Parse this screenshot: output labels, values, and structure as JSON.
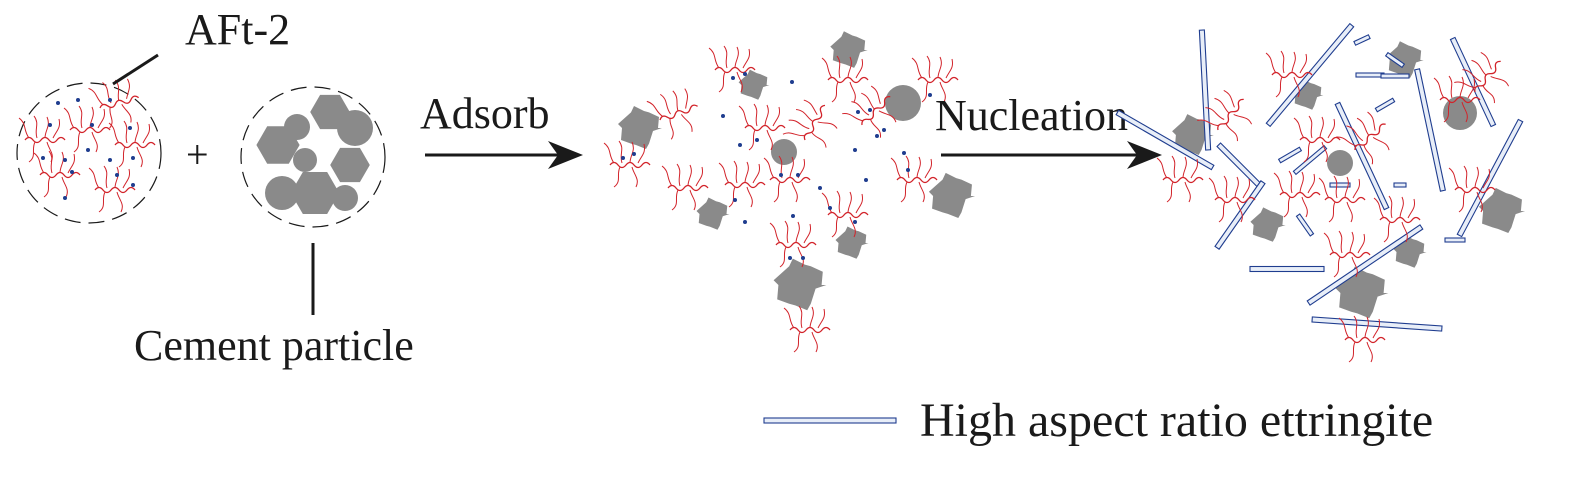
{
  "labels": {
    "additive": "AFt-2",
    "plus": "+",
    "cement": "Cement particle",
    "step1": "Adsorb",
    "step2": "Nucleation",
    "legend": "High aspect ratio ettringite"
  },
  "colors": {
    "particle": "#8a8a8a",
    "polymer": "#d2232a",
    "ion": "#1f3d8f",
    "ettringite_outline": "#1f3d8f",
    "ettringite_fill": "#e8eef8",
    "line": "#1a1a1a"
  }
}
